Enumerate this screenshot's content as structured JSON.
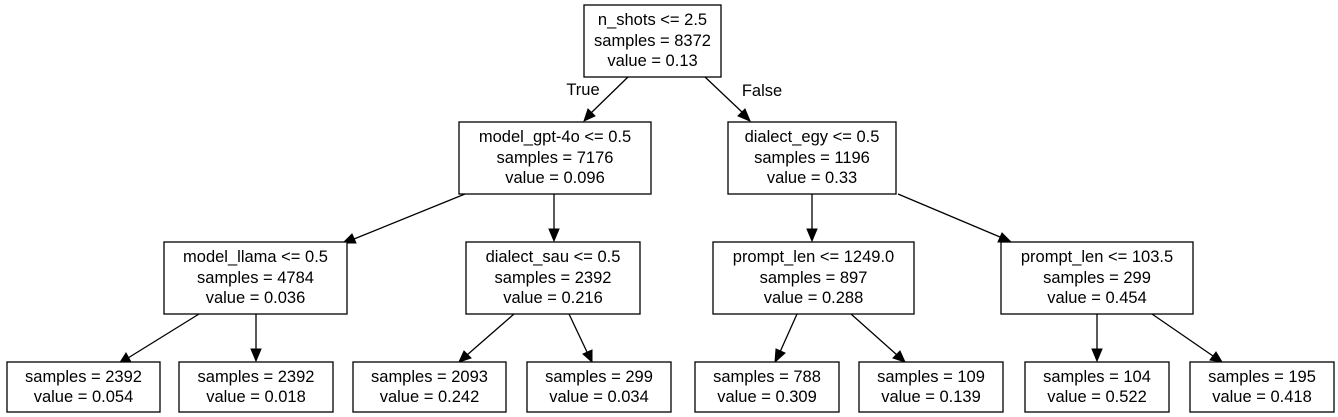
{
  "tree": {
    "edge_labels": {
      "true": "True",
      "false": "False"
    },
    "root": {
      "split": "n_shots <= 2.5",
      "samples": "samples = 8372",
      "value": "value = 0.13"
    },
    "left": {
      "split": "model_gpt-4o <= 0.5",
      "samples": "samples = 7176",
      "value": "value = 0.096"
    },
    "right": {
      "split": "dialect_egy <= 0.5",
      "samples": "samples = 1196",
      "value": "value = 0.33"
    },
    "ll": {
      "split": "model_llama <= 0.5",
      "samples": "samples = 4784",
      "value": "value = 0.036"
    },
    "lr": {
      "split": "dialect_sau <= 0.5",
      "samples": "samples = 2392",
      "value": "value = 0.216"
    },
    "rl": {
      "split": "prompt_len <= 1249.0",
      "samples": "samples = 897",
      "value": "value = 0.288"
    },
    "rr": {
      "split": "prompt_len <= 103.5",
      "samples": "samples = 299",
      "value": "value = 0.454"
    },
    "leaves": [
      {
        "samples": "samples = 2392",
        "value": "value = 0.054"
      },
      {
        "samples": "samples = 2392",
        "value": "value = 0.018"
      },
      {
        "samples": "samples = 2093",
        "value": "value = 0.242"
      },
      {
        "samples": "samples = 299",
        "value": "value = 0.034"
      },
      {
        "samples": "samples = 788",
        "value": "value = 0.309"
      },
      {
        "samples": "samples = 109",
        "value": "value = 0.139"
      },
      {
        "samples": "samples = 104",
        "value": "value = 0.522"
      },
      {
        "samples": "samples = 195",
        "value": "value = 0.418"
      }
    ]
  }
}
